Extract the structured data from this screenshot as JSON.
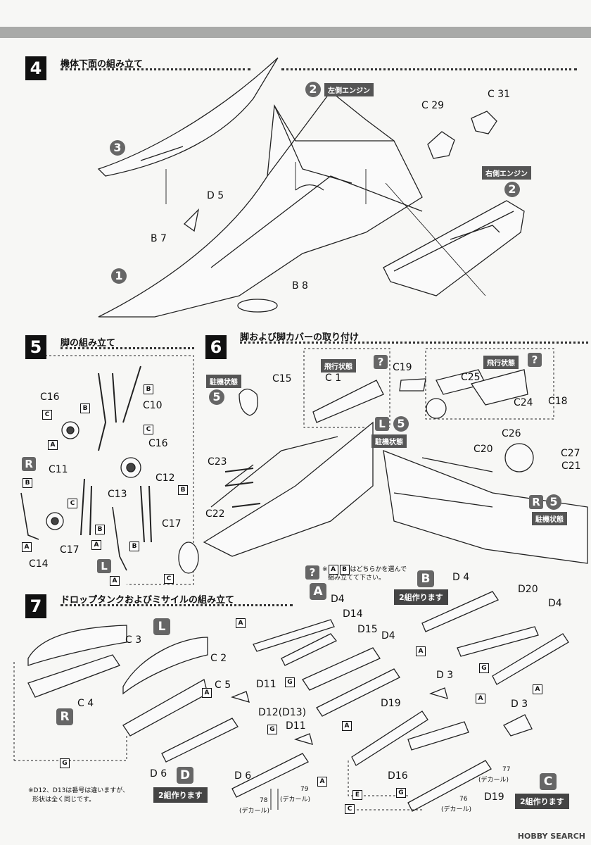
{
  "step4": {
    "number": "4",
    "title": "機体下面の組み立て",
    "labels": {
      "left_engine": "左側エンジン",
      "right_engine": "右側エンジン",
      "c29": "C 29",
      "c31": "C 31",
      "d5": "D 5",
      "b7": "B 7",
      "b8": "B 8",
      "n1": "1",
      "n2a": "2",
      "n2b": "2",
      "n3": "3"
    }
  },
  "step5": {
    "number": "5",
    "title": "脚の組み立て",
    "labels": {
      "c16a": "C16",
      "c16b": "C16",
      "c10": "C10",
      "c11": "C11",
      "c12": "C12",
      "c13": "C13",
      "c14": "C14",
      "c17a": "C17",
      "c17b": "C17",
      "r": "R",
      "l": "L",
      "a": "A",
      "b": "B",
      "c": "C"
    }
  },
  "step6": {
    "number": "6",
    "title": "脚および脚カバーの取り付け",
    "labels": {
      "parked": "駐機状態",
      "flight": "飛行状態",
      "n5": "5",
      "q": "?",
      "c15": "C15",
      "c1": "C 1",
      "c19": "C19",
      "c25": "C25",
      "c24": "C24",
      "c18": "C18",
      "c26": "C26",
      "c20": "C20",
      "c27": "C27",
      "c21": "C21",
      "c23": "C23",
      "c22": "C22",
      "l": "L",
      "r": "R"
    }
  },
  "choice_note": {
    "mark": "?",
    "prefix": "※",
    "a": "A",
    "b": "B",
    "line1": "はどちらかを選んで",
    "line2": "組み立てて下さい。"
  },
  "step7": {
    "number": "7",
    "title": "ドロップタンクおよびミサイルの組み立て",
    "labels": {
      "c3": "C 3",
      "c2": "C 2",
      "c4": "C 4",
      "c5": "C 5",
      "l": "L",
      "r": "R",
      "d11a": "D11",
      "d11b": "D11",
      "d12": "D12(D13)",
      "d6a": "D 6",
      "d6b": "D 6",
      "d4a": "D4",
      "d4b": "D 4",
      "d4c": "D4",
      "d4d": "D4",
      "d14": "D14",
      "d15": "D15",
      "d20": "D20",
      "d3a": "D 3",
      "d3b": "D 3",
      "d19a": "D19",
      "d19b": "D19",
      "d16": "D16",
      "decal": "(デカール)",
      "n78": "78",
      "n79": "79",
      "n77": "77",
      "n76": "76",
      "sec_a": "A",
      "sec_b": "B",
      "sec_c": "C",
      "sec_d": "D",
      "make_two": "2組作ります",
      "g": "G",
      "e": "E",
      "c": "C",
      "a": "A"
    },
    "note_line1": "※D12、D13は番号は違いますが、",
    "note_line2": "形状は全く同じです。"
  },
  "footer": {
    "logo": "HOBBY SEARCH"
  }
}
